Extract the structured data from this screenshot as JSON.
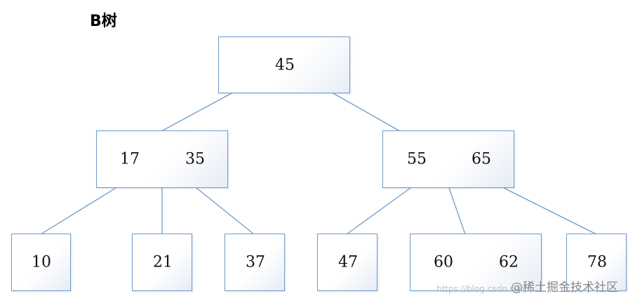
{
  "title": "B树",
  "root": {
    "keys": [
      "45"
    ]
  },
  "level1": [
    {
      "keys": [
        "17",
        "35"
      ]
    },
    {
      "keys": [
        "55",
        "65"
      ]
    }
  ],
  "leaves": [
    {
      "keys": [
        "10"
      ]
    },
    {
      "keys": [
        "21"
      ]
    },
    {
      "keys": [
        "37"
      ]
    },
    {
      "keys": [
        "47"
      ]
    },
    {
      "keys": [
        "60",
        "62"
      ]
    },
    {
      "keys": [
        "78"
      ]
    }
  ],
  "watermark": {
    "url": "https://blog.csdn.net/...",
    "brand": "@稀土掘金技术社区"
  },
  "colors": {
    "edge": "#6f9cca",
    "border": "#6f9cca"
  }
}
